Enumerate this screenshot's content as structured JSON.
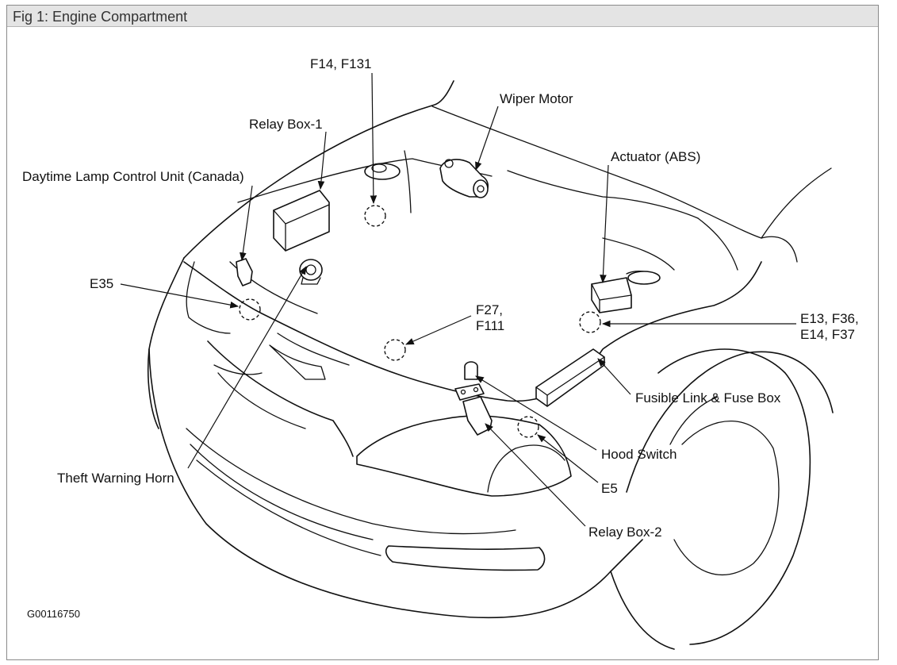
{
  "window": {
    "title": "Fig 1: Engine Compartment"
  },
  "labels": {
    "f14_f131": "F14, F131",
    "wiper_motor": "Wiper Motor",
    "relay_box_1": "Relay Box-1",
    "actuator_abs": "Actuator (ABS)",
    "daytime_lamp": "Daytime Lamp Control Unit (Canada)",
    "e35": "E35",
    "f27_line1": "F27,",
    "f27_line2": "F111",
    "e13_line1": "E13, F36,",
    "e13_line2": "E14, F37",
    "fusible_link": "Fusible Link & Fuse Box",
    "hood_switch": "Hood Switch",
    "theft_horn": "Theft Warning Horn",
    "e5": "E5",
    "relay_box_2": "Relay Box-2"
  },
  "figure_code": "G00116750"
}
